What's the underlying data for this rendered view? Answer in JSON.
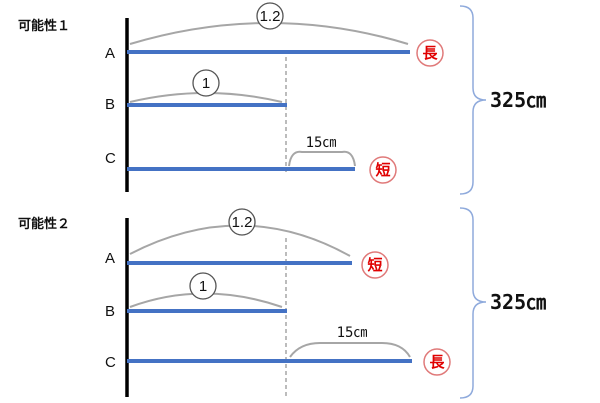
{
  "colors": {
    "bar": "#4472c4",
    "arc": "#a6a6a6",
    "tag_text": "#e00000",
    "tag_border": "#e07a7a",
    "brace": "#8faadc"
  },
  "scenarios": [
    {
      "title": "可能性１",
      "rows": [
        {
          "label": "A",
          "ratio": "1.2",
          "tag": "長"
        },
        {
          "label": "B",
          "ratio": "1"
        },
        {
          "label": "C",
          "diff": "15㎝",
          "tag": "短"
        }
      ],
      "total": "325㎝"
    },
    {
      "title": "可能性２",
      "rows": [
        {
          "label": "A",
          "ratio": "1.2",
          "tag": "短"
        },
        {
          "label": "B",
          "ratio": "1"
        },
        {
          "label": "C",
          "diff": "15㎝",
          "tag": "長"
        }
      ],
      "total": "325㎝"
    }
  ]
}
